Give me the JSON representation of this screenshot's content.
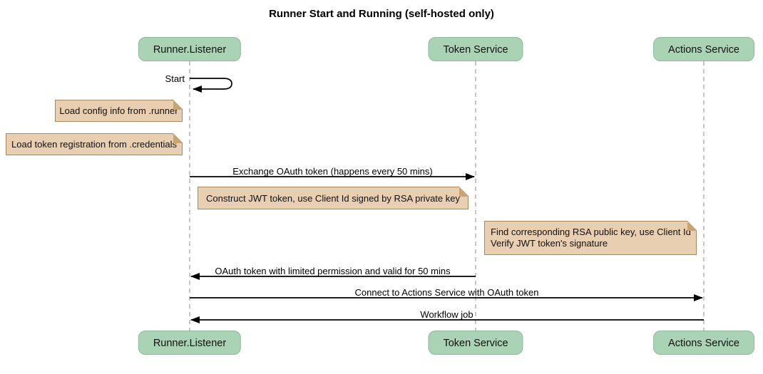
{
  "title": "Runner Start and Running (self-hosted only)",
  "actors": [
    {
      "name": "Runner.Listener"
    },
    {
      "name": "Token Service"
    },
    {
      "name": "Actions Service"
    }
  ],
  "messages": [
    {
      "label": "Start",
      "from": "Runner.Listener",
      "to": "Runner.Listener",
      "type": "self"
    },
    {
      "label": "Exchange OAuth token (happens every 50 mins)",
      "from": "Runner.Listener",
      "to": "Token Service",
      "type": "solid-arrow"
    },
    {
      "label": "OAuth token with limited permission and valid for 50 mins",
      "from": "Token Service",
      "to": "Runner.Listener",
      "type": "solid-arrow"
    },
    {
      "label": "Connect to Actions Service with OAuth token",
      "from": "Runner.Listener",
      "to": "Actions Service",
      "type": "solid-arrow"
    },
    {
      "label": "Workflow job",
      "from": "Actions Service",
      "to": "Runner.Listener",
      "type": "solid-arrow"
    }
  ],
  "notes": [
    {
      "lines": [
        "Load config info from .runner"
      ],
      "position": "left of Runner.Listener"
    },
    {
      "lines": [
        "Load token registration from .credentials"
      ],
      "position": "left of Runner.Listener"
    },
    {
      "lines": [
        "Construct JWT token, use Client Id signed by RSA private key"
      ],
      "position": "between Runner.Listener and Token Service"
    },
    {
      "lines": [
        "Find corresponding RSA public key, use Client Id",
        "Verify JWT token's signature"
      ],
      "position": "left of Actions Service"
    }
  ],
  "colors": {
    "actor_fill": "#a9d3b4",
    "actor_border": "#8cbc9c",
    "note_fill": "#e9cfb1",
    "note_border": "#a9865b",
    "lifeline": "#b4b4b4",
    "arrow": "#000000",
    "background": "#ffffff"
  }
}
